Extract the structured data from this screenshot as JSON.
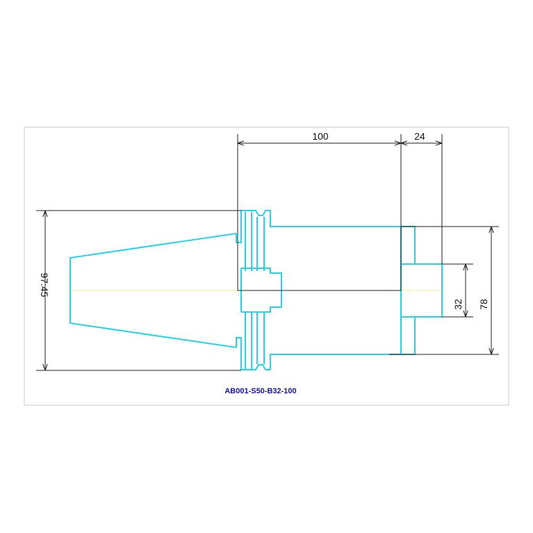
{
  "dimensions": {
    "length": "100",
    "step": "24",
    "outer_diameter": "97.45",
    "body_diameter": "78",
    "bore_diameter": "32"
  },
  "part_number": "AB001-S50-B32-100",
  "colors": {
    "outline": "#27d3e6",
    "dimension": "#1e1e1e",
    "centerline": "#f3f08a",
    "label": "#1414b4"
  }
}
